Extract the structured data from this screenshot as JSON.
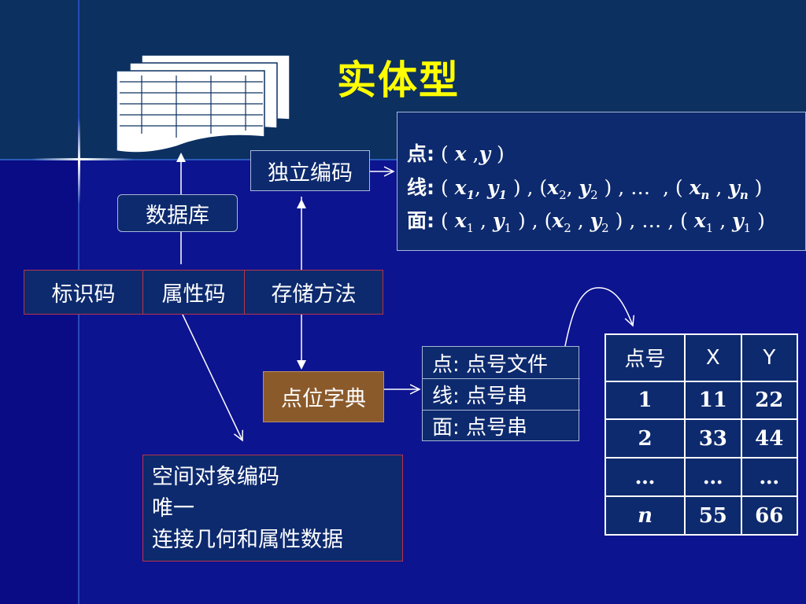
{
  "title": "实体型",
  "db_label": "数据库",
  "independent_code_label": "独立编码",
  "header_cells": [
    "标识码",
    "属性码",
    "存储方法"
  ],
  "point_dict_label": "点位字典",
  "coords": {
    "point_label": "点:",
    "line_label": "线:",
    "area_label": "面:"
  },
  "file_lines": [
    "点: 点号文件",
    "线: 点号串",
    "面: 点号串"
  ],
  "spatial_lines": [
    "空间对象编码",
    "唯一",
    "连接几何和属性数据"
  ],
  "point_table": {
    "headers": [
      "点号",
      "X",
      "Y"
    ],
    "rows": [
      [
        "1",
        "11",
        "22"
      ],
      [
        "2",
        "33",
        "44"
      ],
      [
        "…",
        "…",
        "…"
      ],
      [
        "n",
        "55",
        "66"
      ]
    ]
  },
  "colors": {
    "title": "#ffff00",
    "background": "#0d1490",
    "top_band": "#0c3060",
    "box_fill": "#0d2a6e",
    "dict_fill": "#8b5a2b",
    "red_border": "#b8344a"
  }
}
